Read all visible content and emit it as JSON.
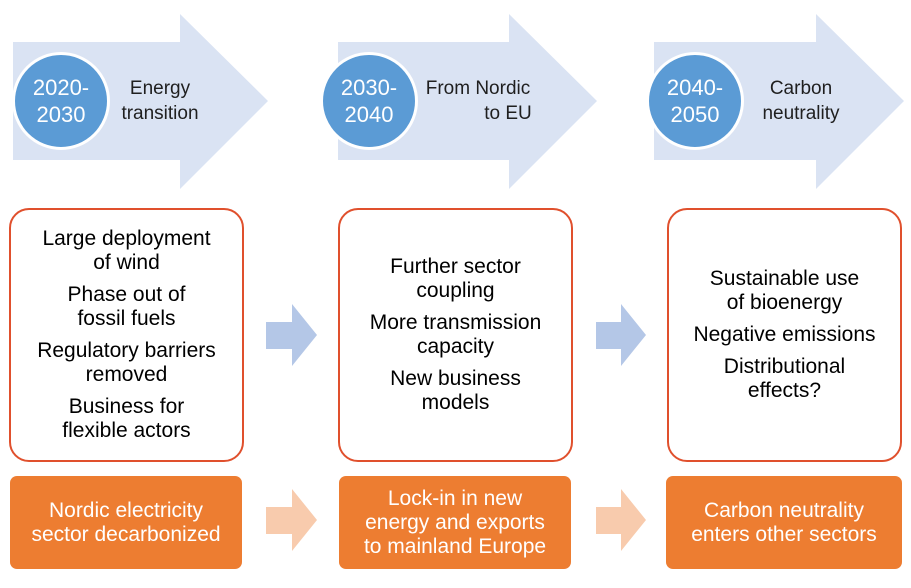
{
  "phases": [
    {
      "period": "2020-2030",
      "period_lines": [
        "2020-",
        "2030"
      ],
      "title_lines": [
        "Energy",
        "transition"
      ],
      "milestones": [
        [
          "Large deployment",
          "of wind"
        ],
        [
          "Phase out of",
          "fossil fuels"
        ],
        [
          "Regulatory barriers",
          "removed"
        ],
        [
          "Business for",
          "flexible actors"
        ]
      ],
      "outcome_lines": [
        "Nordic electricity",
        "sector decarbonized"
      ]
    },
    {
      "period": "2030-2040",
      "period_lines": [
        "2030-",
        "2040"
      ],
      "title_lines": [
        "From Nordic",
        "to EU"
      ],
      "milestones": [
        [
          "Further sector",
          "coupling"
        ],
        [
          "More transmission",
          "capacity"
        ],
        [
          "New business",
          "models"
        ]
      ],
      "outcome_lines": [
        "Lock-in in new",
        "energy and exports",
        "to mainland Europe"
      ]
    },
    {
      "period": "2040-2050",
      "period_lines": [
        "2040-",
        "2050"
      ],
      "title_lines": [
        "Carbon",
        "neutrality"
      ],
      "milestones": [
        [
          "Sustainable use",
          "of bioenergy"
        ],
        [
          "Negative emissions"
        ],
        [
          "Distributional",
          "effects?"
        ]
      ],
      "outcome_lines": [
        "Carbon neutrality",
        "enters other sectors"
      ]
    }
  ],
  "colors": {
    "header_arrow": "#dae3f3",
    "circle": "#5b9bd5",
    "card_border": "#e0502d",
    "mid_arrow": "#b4c7e7",
    "outcome": "#ed7d31",
    "outcome_arrow": "#f8cbad"
  }
}
